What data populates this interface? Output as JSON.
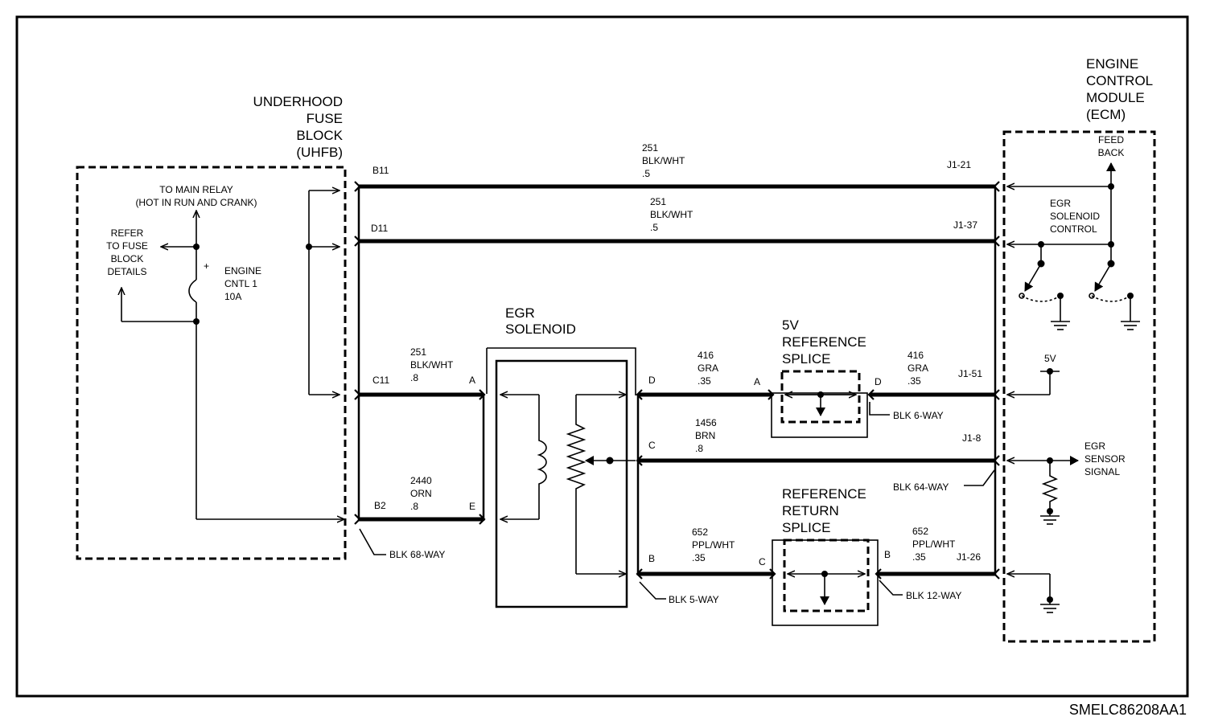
{
  "diagram_id": "SMELC86208AA1",
  "components": {
    "uhfb": {
      "lines": [
        "UNDERHOOD",
        "FUSE",
        "BLOCK",
        "(UHFB)"
      ]
    },
    "ecm": {
      "lines": [
        "ENGINE",
        "CONTROL",
        "MODULE",
        "(ECM)"
      ]
    },
    "egr_solenoid": {
      "lines": [
        "EGR",
        "SOLENOID"
      ]
    },
    "ref_5v_splice": {
      "lines": [
        "5V",
        "REFERENCE",
        "SPLICE"
      ]
    },
    "ref_return_splice": {
      "lines": [
        "REFERENCE",
        "RETURN",
        "SPLICE"
      ]
    }
  },
  "uhfb_internal": {
    "main_relay": [
      "TO MAIN RELAY",
      "(HOT IN RUN AND CRANK)"
    ],
    "refer": [
      "REFER",
      "TO FUSE",
      "BLOCK",
      "DETAILS"
    ],
    "fuse": [
      "ENGINE",
      "CNTL 1",
      "10A"
    ],
    "plus": "+"
  },
  "ecm_internal": {
    "feedback": [
      "FEED",
      "BACK"
    ],
    "egr_control": [
      "EGR",
      "SOLENOID",
      "CONTROL"
    ],
    "v5": "5V",
    "egr_sensor": [
      "EGR",
      "SENSOR",
      "SIGNAL"
    ]
  },
  "pins": {
    "b11": "B11",
    "d11": "D11",
    "c11": "C11",
    "b2": "B2",
    "j1_21": "J1-21",
    "j1_37": "J1-37",
    "j1_51": "J1-51",
    "j1_8": "J1-8",
    "j1_26": "J1-26",
    "sol_a": "A",
    "sol_e": "E",
    "sol_d": "D",
    "sol_c": "C",
    "sol_b": "B",
    "sp5_a": "A",
    "sp5_d": "D",
    "spr_c": "C",
    "spr_b": "B"
  },
  "wires": {
    "w_top1": [
      "251",
      "BLK/WHT",
      ".5"
    ],
    "w_top2": [
      "251",
      "BLK/WHT",
      ".5"
    ],
    "w_c11": [
      "251",
      "BLK/WHT",
      ".8"
    ],
    "w_b2": [
      "2440",
      "ORN",
      ".8"
    ],
    "w_416a": [
      "416",
      "GRA",
      ".35"
    ],
    "w_416b": [
      "416",
      "GRA",
      ".35"
    ],
    "w_1456": [
      "1456",
      "BRN",
      ".8"
    ],
    "w_652a": [
      "652",
      "PPL/WHT",
      ".35"
    ],
    "w_652b": [
      "652",
      "PPL/WHT",
      ".35"
    ]
  },
  "connectors": {
    "blk68": "BLK 68-WAY",
    "blk5": "BLK 5-WAY",
    "blk6": "BLK 6-WAY",
    "blk12": "BLK 12-WAY",
    "blk64": "BLK 64-WAY"
  }
}
